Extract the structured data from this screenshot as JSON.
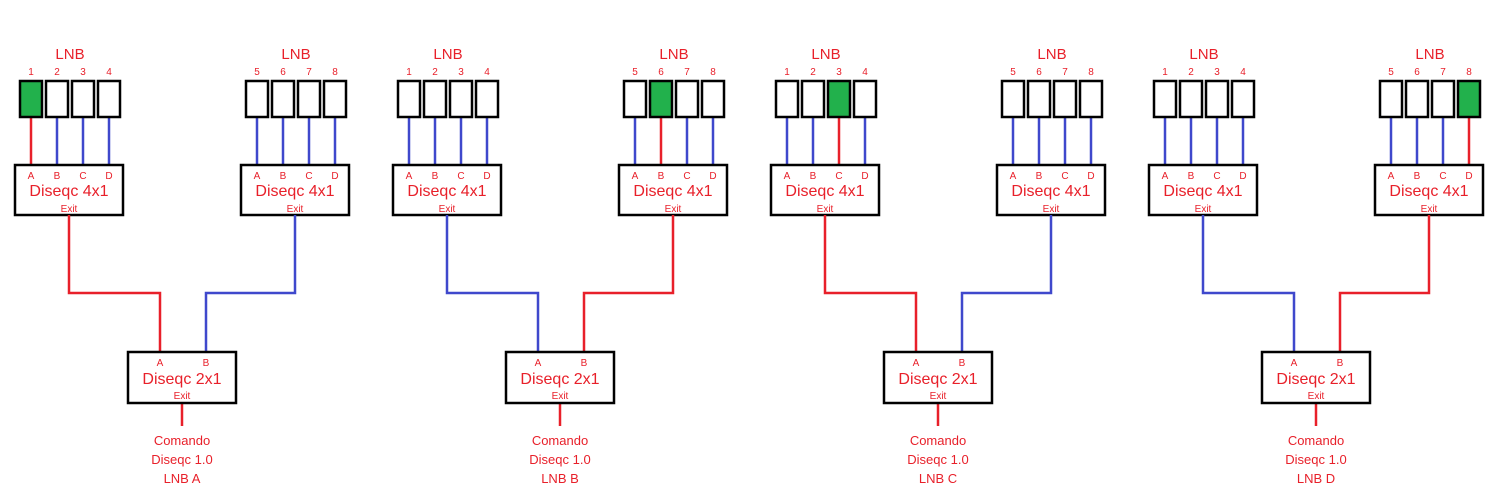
{
  "labels": {
    "lnb": "LNB",
    "switch_4x1": "Diseqc 4x1",
    "switch_2x1": "Diseqc 2x1",
    "exit": "Exit",
    "inputs_4x1": [
      "A",
      "B",
      "C",
      "D"
    ],
    "inputs_2x1": [
      "A",
      "B"
    ]
  },
  "colors": {
    "active": "#e8202a",
    "inactive": "#3f48cc",
    "lnb_selected_fill": "#22b14c",
    "outline": "#000000",
    "text": "#e8202a"
  },
  "groups": [
    {
      "banks": [
        {
          "lnb_numbers": [
            "1",
            "2",
            "3",
            "4"
          ],
          "selected_index": 0
        },
        {
          "lnb_numbers": [
            "5",
            "6",
            "7",
            "8"
          ],
          "selected_index": null
        }
      ],
      "active_input_2x1": 0,
      "command": [
        "Comando",
        "Diseqc 1.0",
        "LNB A"
      ]
    },
    {
      "banks": [
        {
          "lnb_numbers": [
            "1",
            "2",
            "3",
            "4"
          ],
          "selected_index": null
        },
        {
          "lnb_numbers": [
            "5",
            "6",
            "7",
            "8"
          ],
          "selected_index": 1
        }
      ],
      "active_input_2x1": 1,
      "command": [
        "Comando",
        "Diseqc 1.0",
        "LNB B"
      ]
    },
    {
      "banks": [
        {
          "lnb_numbers": [
            "1",
            "2",
            "3",
            "4"
          ],
          "selected_index": 2
        },
        {
          "lnb_numbers": [
            "5",
            "6",
            "7",
            "8"
          ],
          "selected_index": null
        }
      ],
      "active_input_2x1": 0,
      "command": [
        "Comando",
        "Diseqc 1.0",
        "LNB C"
      ]
    },
    {
      "banks": [
        {
          "lnb_numbers": [
            "1",
            "2",
            "3",
            "4"
          ],
          "selected_index": null
        },
        {
          "lnb_numbers": [
            "5",
            "6",
            "7",
            "8"
          ],
          "selected_index": 3
        }
      ],
      "active_input_2x1": 1,
      "command": [
        "Comando",
        "Diseqc 1.0",
        "LNB D"
      ]
    }
  ]
}
